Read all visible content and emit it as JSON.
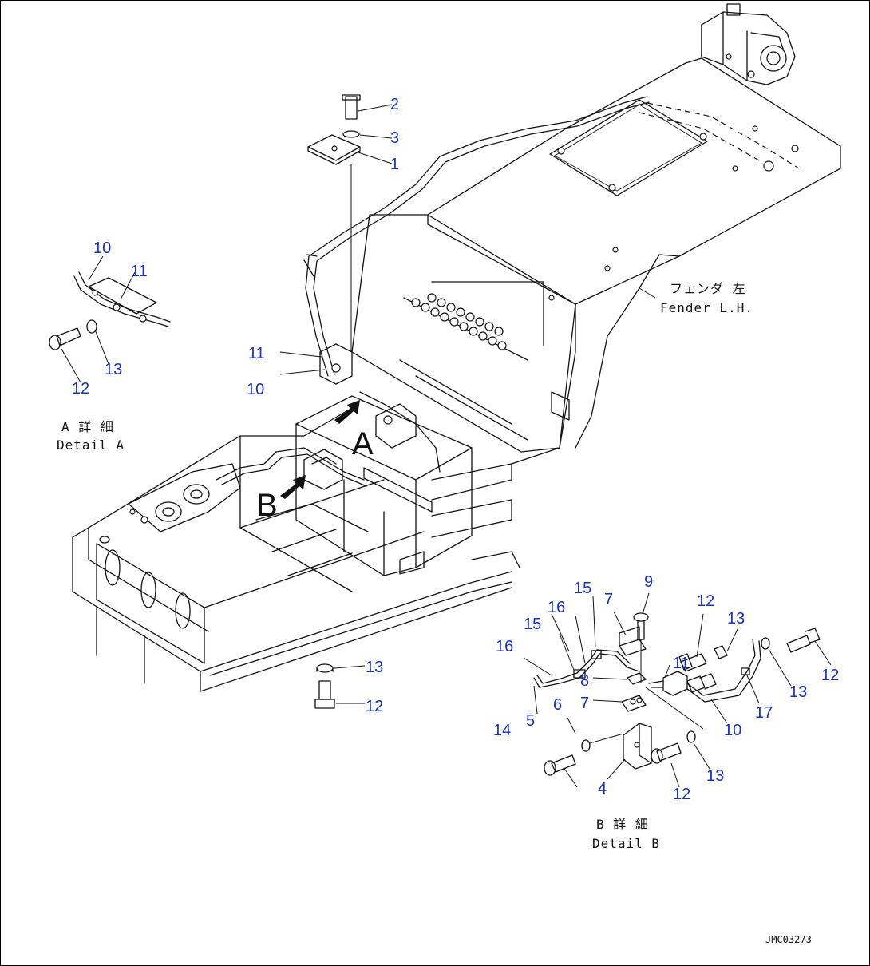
{
  "colors": {
    "callout": "#1530c8",
    "line": "#111111",
    "background": "#ffffff"
  },
  "view_letters": {
    "a": "A",
    "b": "B"
  },
  "labels": {
    "fender_jp": "フェンダ 左",
    "fender_en": "Fender L.H.",
    "detail_a_jp": "A 詳 細",
    "detail_a_en": "Detail A",
    "detail_b_jp": "B 詳 細",
    "detail_b_en": "Detail B",
    "drawing_code": "JMC03273"
  },
  "callouts": {
    "main": [
      "2",
      "3",
      "1",
      "11",
      "10",
      "13",
      "12"
    ],
    "detail_a": [
      "10",
      "11",
      "13",
      "12"
    ],
    "detail_b": [
      "15",
      "16",
      "7",
      "9",
      "12",
      "13",
      "15",
      "16",
      "11",
      "8",
      "7",
      "6",
      "5",
      "14",
      "10",
      "17",
      "13",
      "12",
      "4",
      "12",
      "13"
    ]
  },
  "icons": [
    "view-arrow-a-icon",
    "view-arrow-b-icon"
  ]
}
